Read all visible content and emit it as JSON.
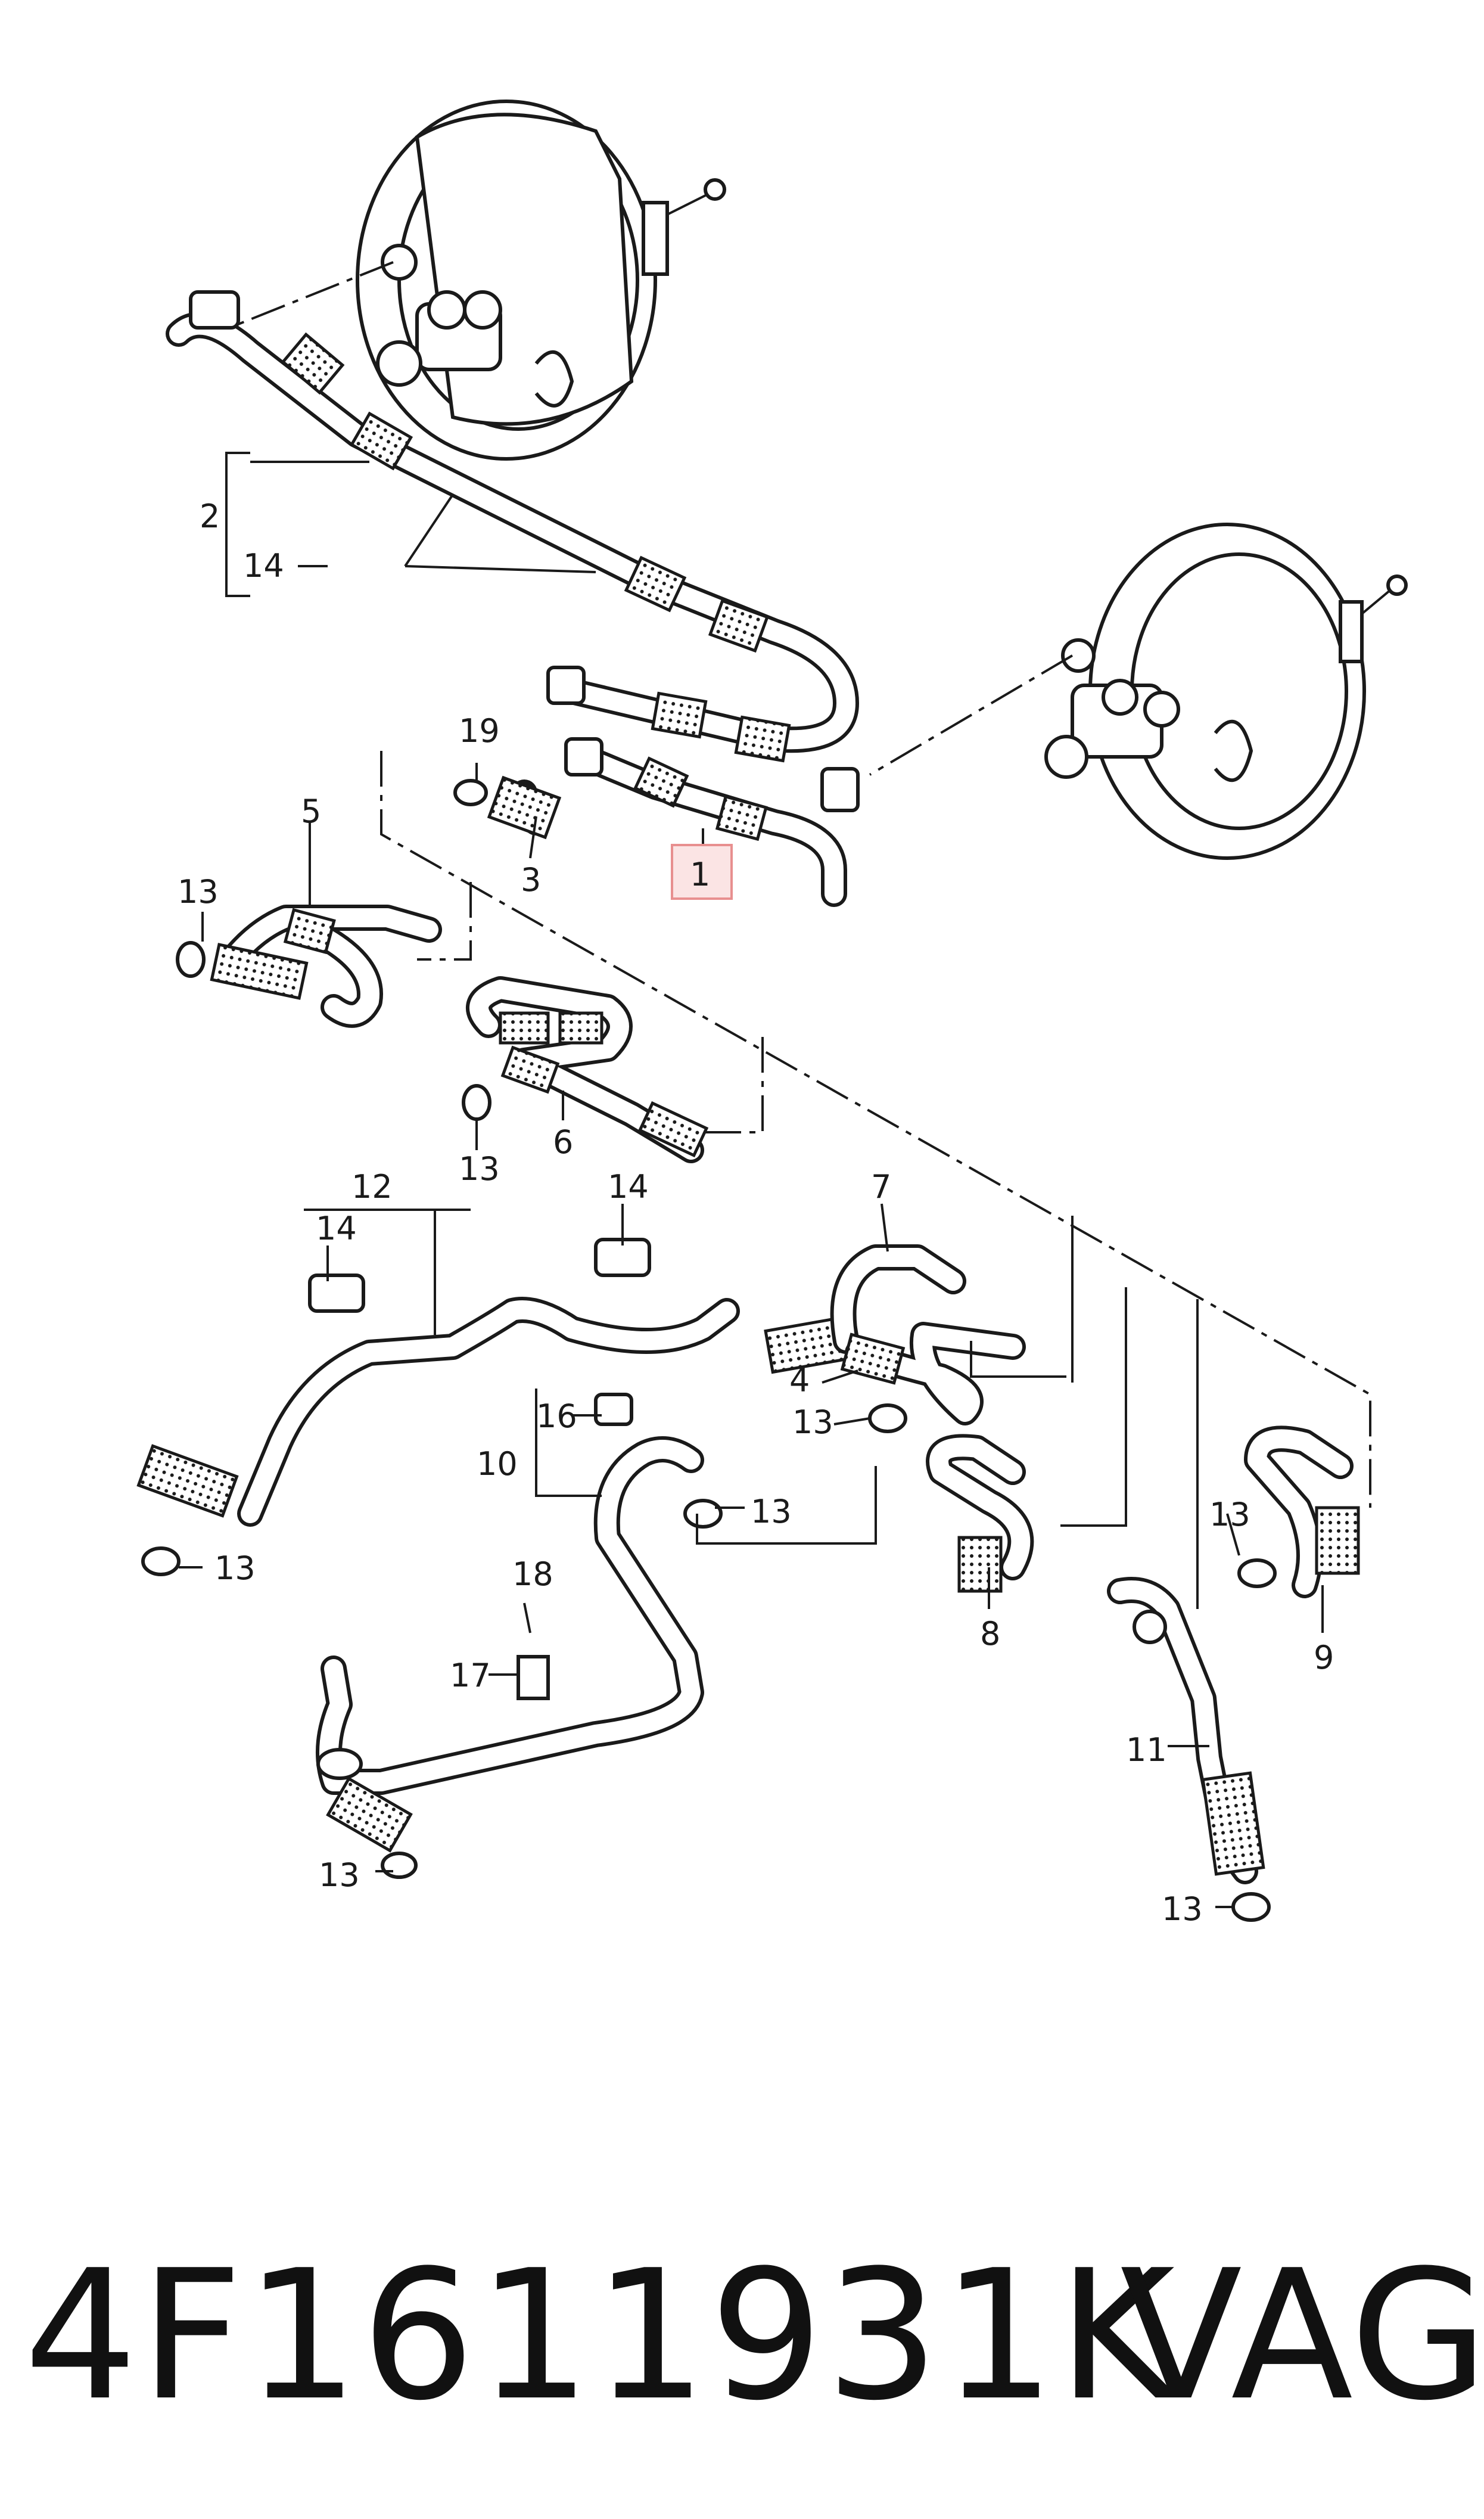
{
  "callouts": {
    "c1": "1",
    "c2": "2",
    "c3": "3",
    "c4": "4",
    "c5": "5",
    "c6": "6",
    "c7": "7",
    "c8": "8",
    "c9": "9",
    "c10": "10",
    "c11": "11",
    "c12": "12",
    "c13": "13",
    "c14": "14",
    "c16": "16",
    "c17": "17",
    "c18": "18",
    "c19": "19"
  },
  "footer": {
    "part_number": "4F1611931K",
    "brand": "VAG"
  },
  "colors": {
    "line": "#1a1a1a",
    "highlight_box": "#e88f8f",
    "highlight_fill": "#fbe4e4"
  }
}
